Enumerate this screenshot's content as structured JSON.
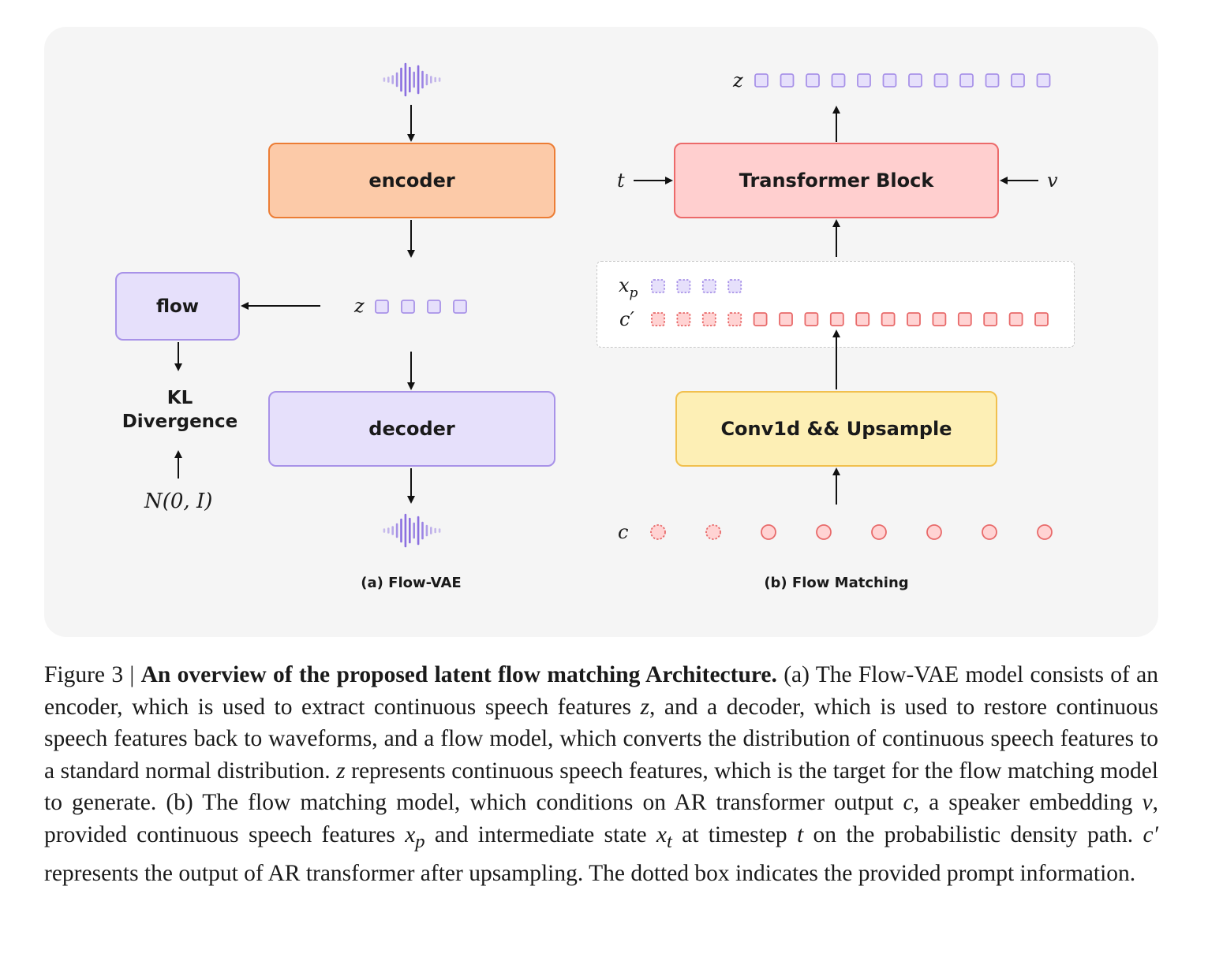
{
  "figure": {
    "boxes": {
      "encoder": "encoder",
      "decoder": "decoder",
      "flow": "flow",
      "kl_line1": "KL",
      "kl_line2": "Divergence",
      "transformer": "Transformer Block",
      "conv": "Conv1d && Upsample"
    },
    "math": {
      "z_left": "z",
      "z_top": "z",
      "normal": "N(0, I)",
      "t": "t",
      "v": "v",
      "xp": "x",
      "xp_sub": "p",
      "c_prime": "c′",
      "c": "c"
    },
    "subcaptions": {
      "a": "(a) Flow-VAE",
      "b": "(b) Flow Matching"
    },
    "colors": {
      "purple_token": "#a892e8",
      "red_token": "#e86a6a",
      "waveform": "#8b6fe0"
    }
  },
  "caption": {
    "label": "Figure 3 | ",
    "bold_title": "An overview of the proposed latent flow matching Architecture.",
    "part1": " (a) The Flow-VAE model consists of an encoder, which is used to extract continuous speech features ",
    "z1": "z",
    "part2": ", and a decoder, which is used to restore continuous speech features back to waveforms, and a flow model, which converts the distribution of continuous speech features to a standard normal distribution. ",
    "z2": "z",
    "part3": " represents continuous speech features, which is the target for the flow matching model to generate. (b) The flow matching model, which conditions on AR transformer output ",
    "c1": "c",
    "part4": ", a speaker embedding ",
    "v1": "v",
    "part5": ", provided continuous speech features ",
    "xp_base": "x",
    "xp_sub": "p",
    "part6": " and intermediate state ",
    "xt_base": "x",
    "xt_sub": "t",
    "part7": " at timestep ",
    "t1": "t",
    "part8": " on the probabilistic density path. ",
    "cprime": "c′",
    "part9": " represents the output of AR transformer after upsampling. The dotted box indicates the provided prompt information."
  }
}
